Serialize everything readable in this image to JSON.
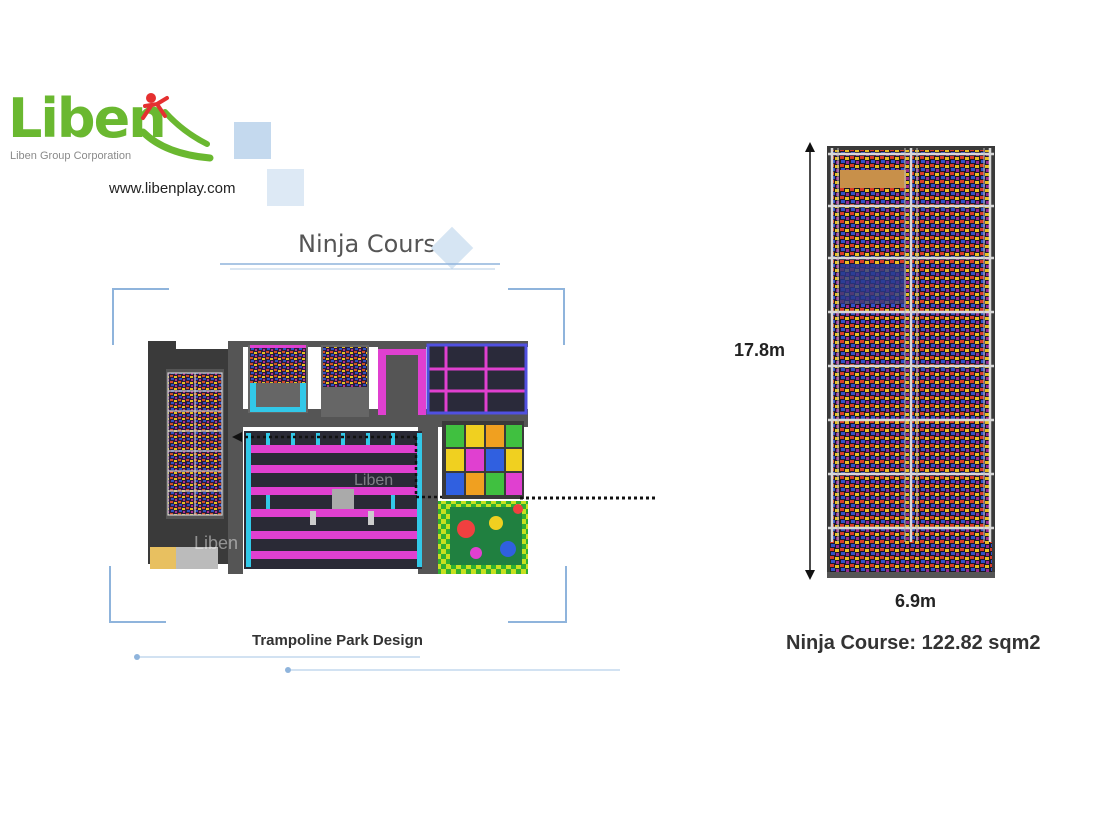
{
  "brand": {
    "name": "Liben",
    "tagline": "Liben Group Corporation",
    "website": "www.libenplay.com",
    "color": "#6ab830"
  },
  "section_title": "Ninja Course",
  "floorplan": {
    "caption": "Trampoline Park Design",
    "watermark": "Liben"
  },
  "ninja_course": {
    "height_label": "17.8m",
    "width_label": "6.9m",
    "area_label": "Ninja Course: 122.82 sqm2"
  },
  "colors": {
    "accent_blue": "#8fb4dc",
    "trampoline_pink": "#e040d0",
    "trampoline_cyan": "#32c8e8",
    "frame_gray": "#d8d8d8"
  }
}
